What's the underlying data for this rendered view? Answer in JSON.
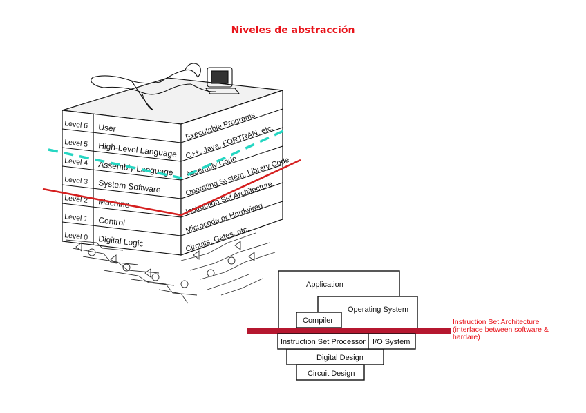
{
  "title": "Niveles de abstracción",
  "levels": [
    {
      "level": "Level 6",
      "name": "User",
      "desc": "Executable Programs"
    },
    {
      "level": "Level 5",
      "name": "High-Level Language",
      "desc": "C++, Java, FORTRAN, etc."
    },
    {
      "level": "Level 4",
      "name": "Assembly Language",
      "desc": "Assembly Code"
    },
    {
      "level": "Level 3",
      "name": "System Software",
      "desc": "Operating System, Library Code"
    },
    {
      "level": "Level 2",
      "name": "Machine",
      "desc": "Instruction Set Architecture"
    },
    {
      "level": "Level 1",
      "name": "Control",
      "desc": "Microcode or Hardwired"
    },
    {
      "level": "Level 0",
      "name": "Digital Logic",
      "desc": "Circuits, Gates, etc."
    }
  ],
  "stack": {
    "application": "Application",
    "os": "Operating System",
    "compiler": "Compiler",
    "isp": "Instruction Set Processor",
    "io": "I/O System",
    "digital_design": "Digital Design",
    "circuit_design": "Circuit Design"
  },
  "isa_note": {
    "line1": "Instruction Set Architecture",
    "line2": "(interface between software &",
    "line3": "hardare)"
  },
  "colors": {
    "title": "#e8141b",
    "isa_line": "#c8102e",
    "dashed_line": "#25d6c2",
    "bar": "#b5172f"
  }
}
